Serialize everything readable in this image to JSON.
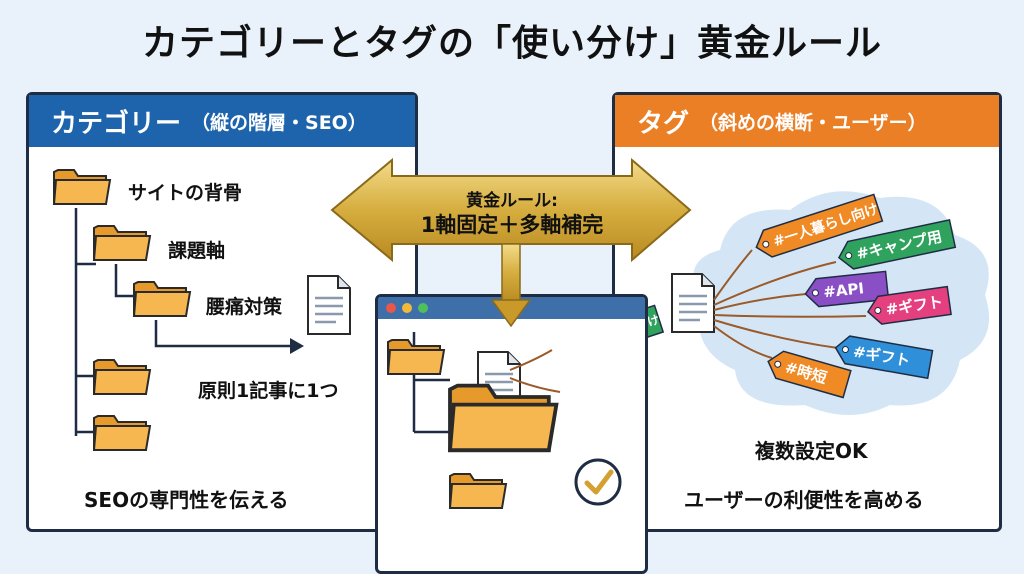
{
  "title": "カテゴリーとタグの「使い分け」黄金ルール",
  "category_panel": {
    "heading": "カテゴリー",
    "subheading": "（縦の階層・SEO）",
    "tree": {
      "level1": "サイトの背骨",
      "level2": "課題軸",
      "level3": "腰痛対策",
      "note": "原則1記事に1つ"
    },
    "footer": "SEOの専門性を伝える"
  },
  "golden_rule": {
    "line1": "黄金ルール:",
    "line2": "1軸固定＋多軸補完"
  },
  "center_tags": [
    "#一人暮らし向け",
    "#時短"
  ],
  "tag_panel": {
    "heading": "タグ",
    "subheading": "（斜めの横断・ユーザー）",
    "tags": [
      "#一人暮らし向け",
      "#キャンプ用",
      "#API",
      "#ギフト",
      "#ギフト",
      "#時短"
    ],
    "note": "複数設定OK",
    "footer": "ユーザーの利便性を高める"
  },
  "colors": {
    "category": "#1d64ad",
    "tag": "#ea7f25",
    "folder": "#f4b04a",
    "gold": "#d4aa3a",
    "tag_green": "#2fa35e",
    "tag_purple": "#8a4fc4",
    "tag_pink": "#e4407f",
    "tag_blue": "#2f8fd8",
    "tag_orange": "#f08a24"
  }
}
